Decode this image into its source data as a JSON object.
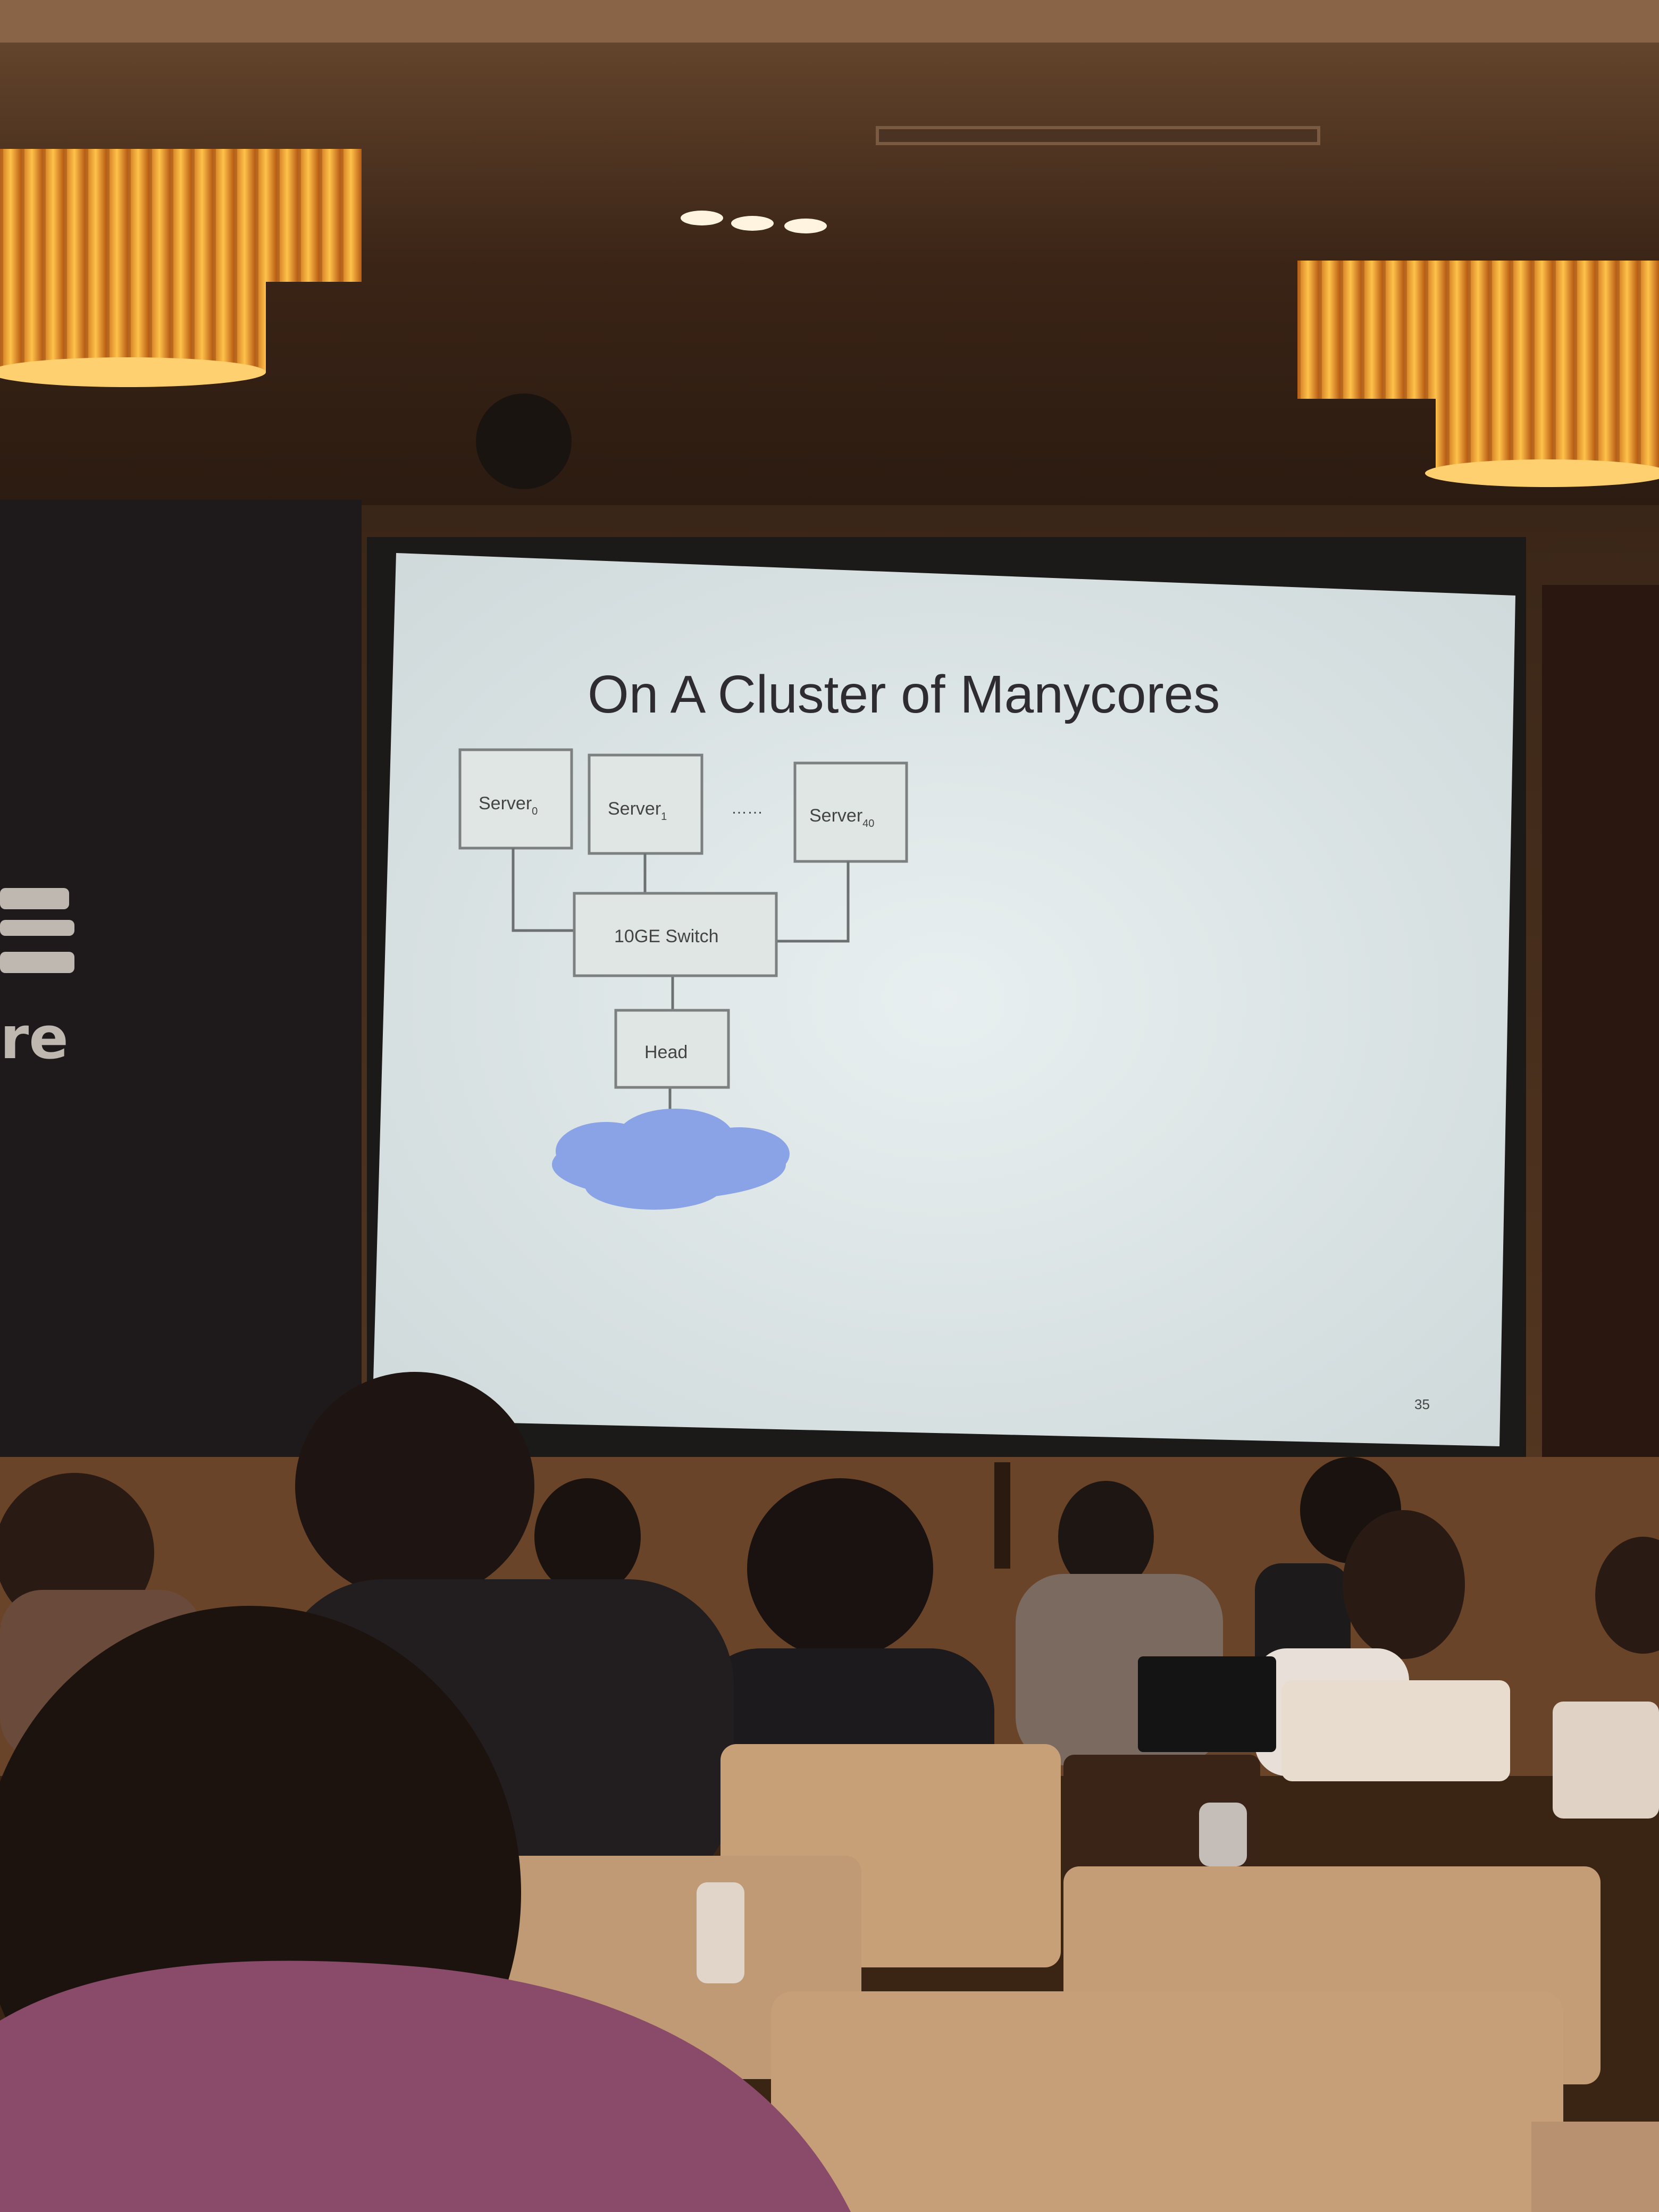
{
  "slide": {
    "title": "On A Cluster of Manycores",
    "servers": [
      {
        "base": "Server",
        "sub": "0"
      },
      {
        "base": "Server",
        "sub": "1"
      },
      {
        "base": "Server",
        "sub": "40"
      }
    ],
    "ellipsis": "……",
    "switch_label": "10GE Switch",
    "head_label": "Head",
    "page_number": "35"
  },
  "banner": {
    "partial_text": "re"
  },
  "colors": {
    "screen": "#dfe7e7",
    "cloud": "#8aa3e6",
    "lamp": "#f0a030",
    "wall": "#2a1a10"
  }
}
